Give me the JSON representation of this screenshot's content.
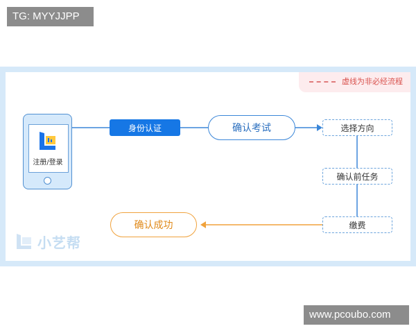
{
  "watermarks": {
    "top": "TG: MYYJJPP",
    "bottom": "www.pcoubo.com"
  },
  "legend": {
    "text": "虚线为非必经流程",
    "color": "#d9534f"
  },
  "phone": {
    "label": "注册/登录"
  },
  "nodes": {
    "identity": "身份认证",
    "confirm_exam": "确认考试",
    "select_direction": "选择方向",
    "confirm_tasks": "确认前任务",
    "pay": "缴费",
    "success": "确认成功"
  },
  "brand": {
    "name": "小艺帮"
  },
  "colors": {
    "primary_blue": "#1677e5",
    "connector_blue": "#3a86d8",
    "success_orange": "#f0a23c",
    "frame": "#d6e9f9"
  }
}
